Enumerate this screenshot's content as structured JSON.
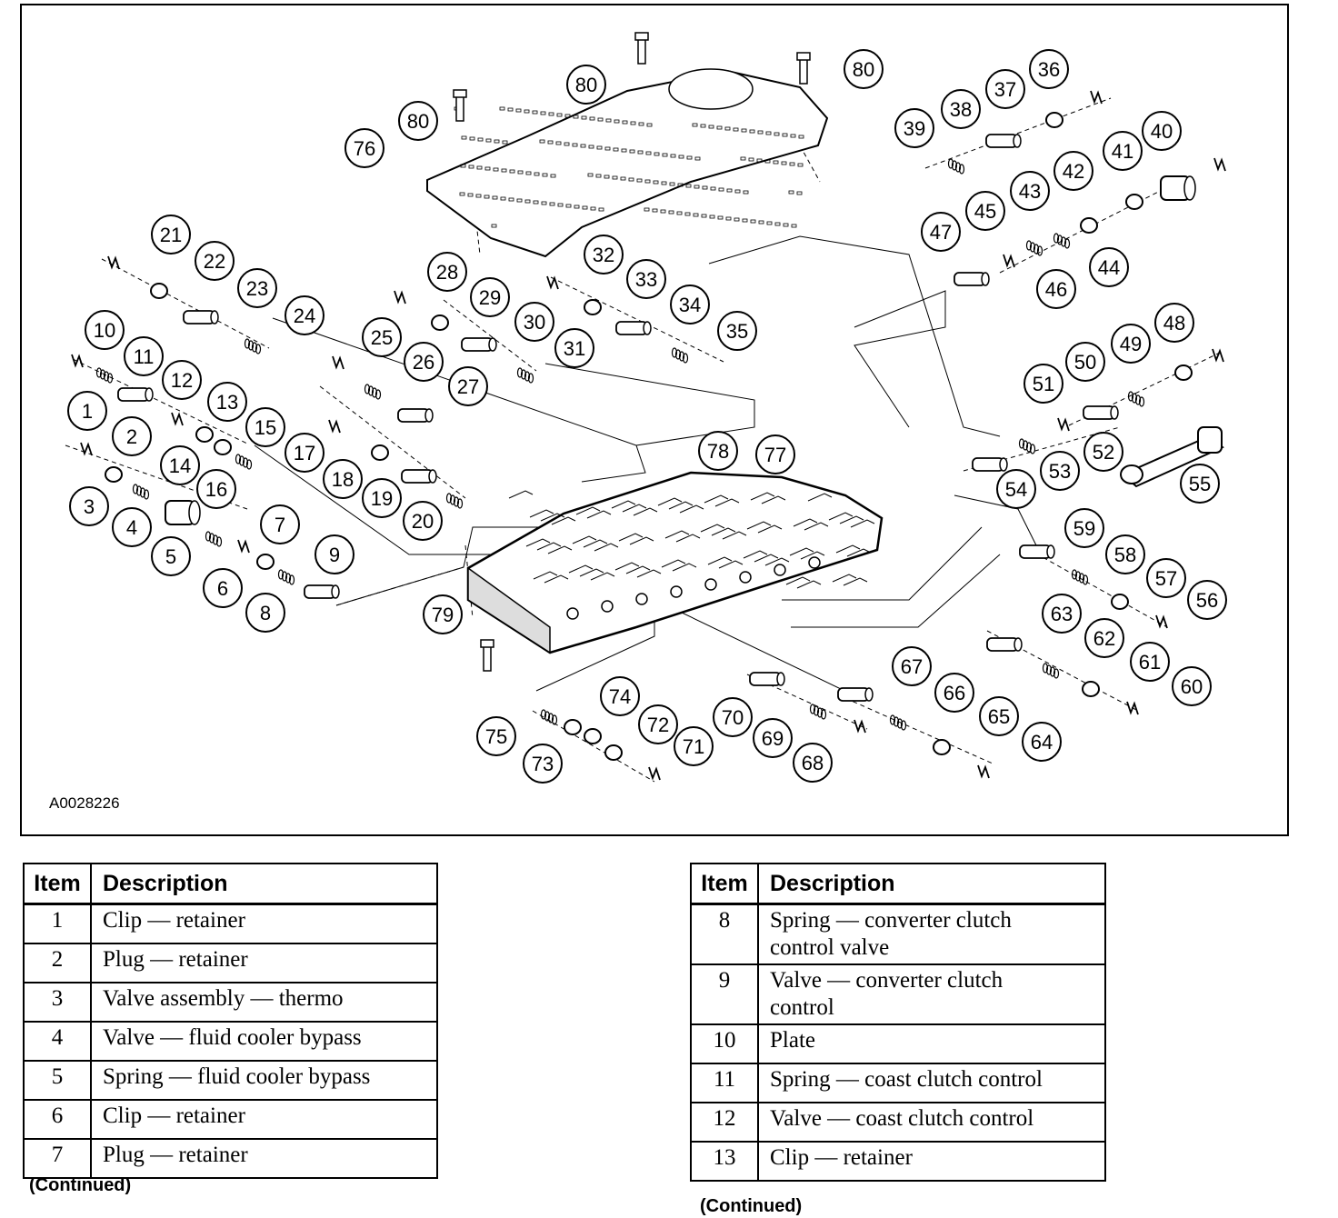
{
  "figure_id": "A0028226",
  "callouts": [
    "1",
    "2",
    "3",
    "4",
    "5",
    "6",
    "7",
    "8",
    "9",
    "10",
    "11",
    "12",
    "13",
    "14",
    "15",
    "16",
    "17",
    "18",
    "19",
    "20",
    "21",
    "22",
    "23",
    "24",
    "25",
    "26",
    "27",
    "28",
    "29",
    "30",
    "31",
    "32",
    "33",
    "34",
    "35",
    "36",
    "37",
    "38",
    "39",
    "40",
    "41",
    "42",
    "43",
    "44",
    "45",
    "46",
    "47",
    "48",
    "49",
    "50",
    "51",
    "52",
    "53",
    "54",
    "55",
    "56",
    "57",
    "58",
    "59",
    "60",
    "61",
    "62",
    "63",
    "64",
    "65",
    "66",
    "67",
    "68",
    "69",
    "70",
    "71",
    "72",
    "73",
    "74",
    "75",
    "76",
    "77",
    "78",
    "79",
    "80",
    "80",
    "80"
  ],
  "table_left": {
    "headers": {
      "item": "Item",
      "description": "Description"
    },
    "rows": [
      {
        "item": "1",
        "description": "Clip — retainer"
      },
      {
        "item": "2",
        "description": "Plug — retainer"
      },
      {
        "item": "3",
        "description": "Valve assembly — thermo"
      },
      {
        "item": "4",
        "description": "Valve — fluid cooler bypass"
      },
      {
        "item": "5",
        "description": "Spring — fluid cooler bypass"
      },
      {
        "item": "6",
        "description": "Clip — retainer"
      },
      {
        "item": "7",
        "description": "Plug — retainer"
      }
    ],
    "footer": "(Continued)"
  },
  "table_right": {
    "headers": {
      "item": "Item",
      "description": "Description"
    },
    "rows": [
      {
        "item": "8",
        "description_lines": [
          "Spring — converter clutch",
          "control valve"
        ]
      },
      {
        "item": "9",
        "description_lines": [
          "Valve — converter clutch",
          "control"
        ]
      },
      {
        "item": "10",
        "description_lines": [
          "Plate"
        ]
      },
      {
        "item": "11",
        "description_lines": [
          "Spring — coast clutch control"
        ]
      },
      {
        "item": "12",
        "description_lines": [
          "Valve — coast clutch control"
        ]
      },
      {
        "item": "13",
        "description_lines": [
          "Clip — retainer"
        ]
      }
    ],
    "footer": "(Continued)"
  }
}
